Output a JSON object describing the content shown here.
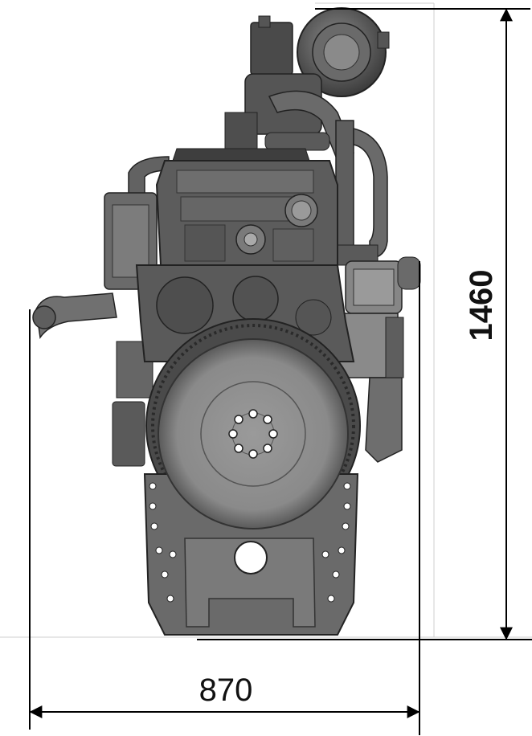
{
  "drawing": {
    "subject": "engine-front-view",
    "line_color": "#000000",
    "engine_dark": "#3a3a3a",
    "engine_mid": "#6e6e6e",
    "engine_light": "#8f8f8f",
    "flywheel_color": "#939393"
  },
  "dimensions": {
    "width_label": "870",
    "height_label": "1460"
  }
}
